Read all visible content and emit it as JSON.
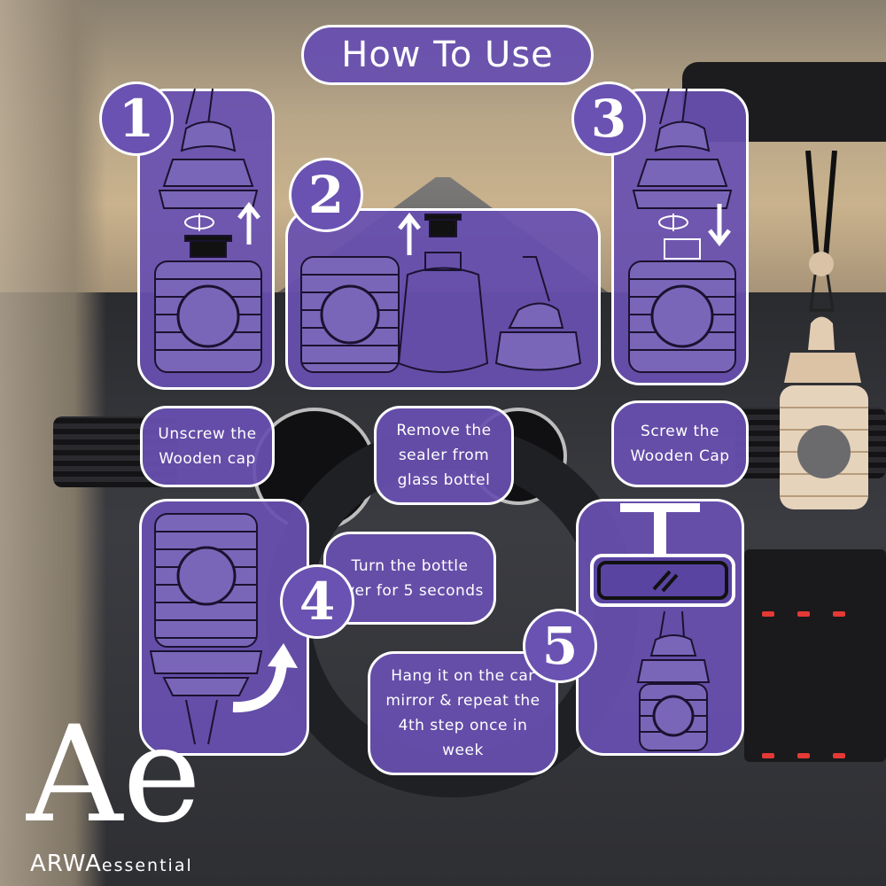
{
  "title": "How To Use",
  "steps": [
    {
      "number": "1",
      "label": "Unscrew the Wooden cap"
    },
    {
      "number": "2",
      "label": "Remove the sealer from glass bottel"
    },
    {
      "number": "3",
      "label": "Screw the Wooden Cap"
    },
    {
      "number": "4",
      "label": "Turn the bottle over for 5 seconds"
    },
    {
      "number": "5",
      "label": "Hang it on the car mirror & repeat the 4th step once in week"
    }
  ],
  "brand": {
    "mark": "Ae",
    "name_main": "ARWA",
    "name_sub": "essential"
  },
  "colors": {
    "panel": "#6850b0",
    "border": "#ffffff",
    "text": "#ffffff"
  },
  "icons": [
    "rotate-icon",
    "arrow-up-icon",
    "arrow-down-icon",
    "curved-arrow-icon",
    "rear-view-mirror-icon"
  ]
}
